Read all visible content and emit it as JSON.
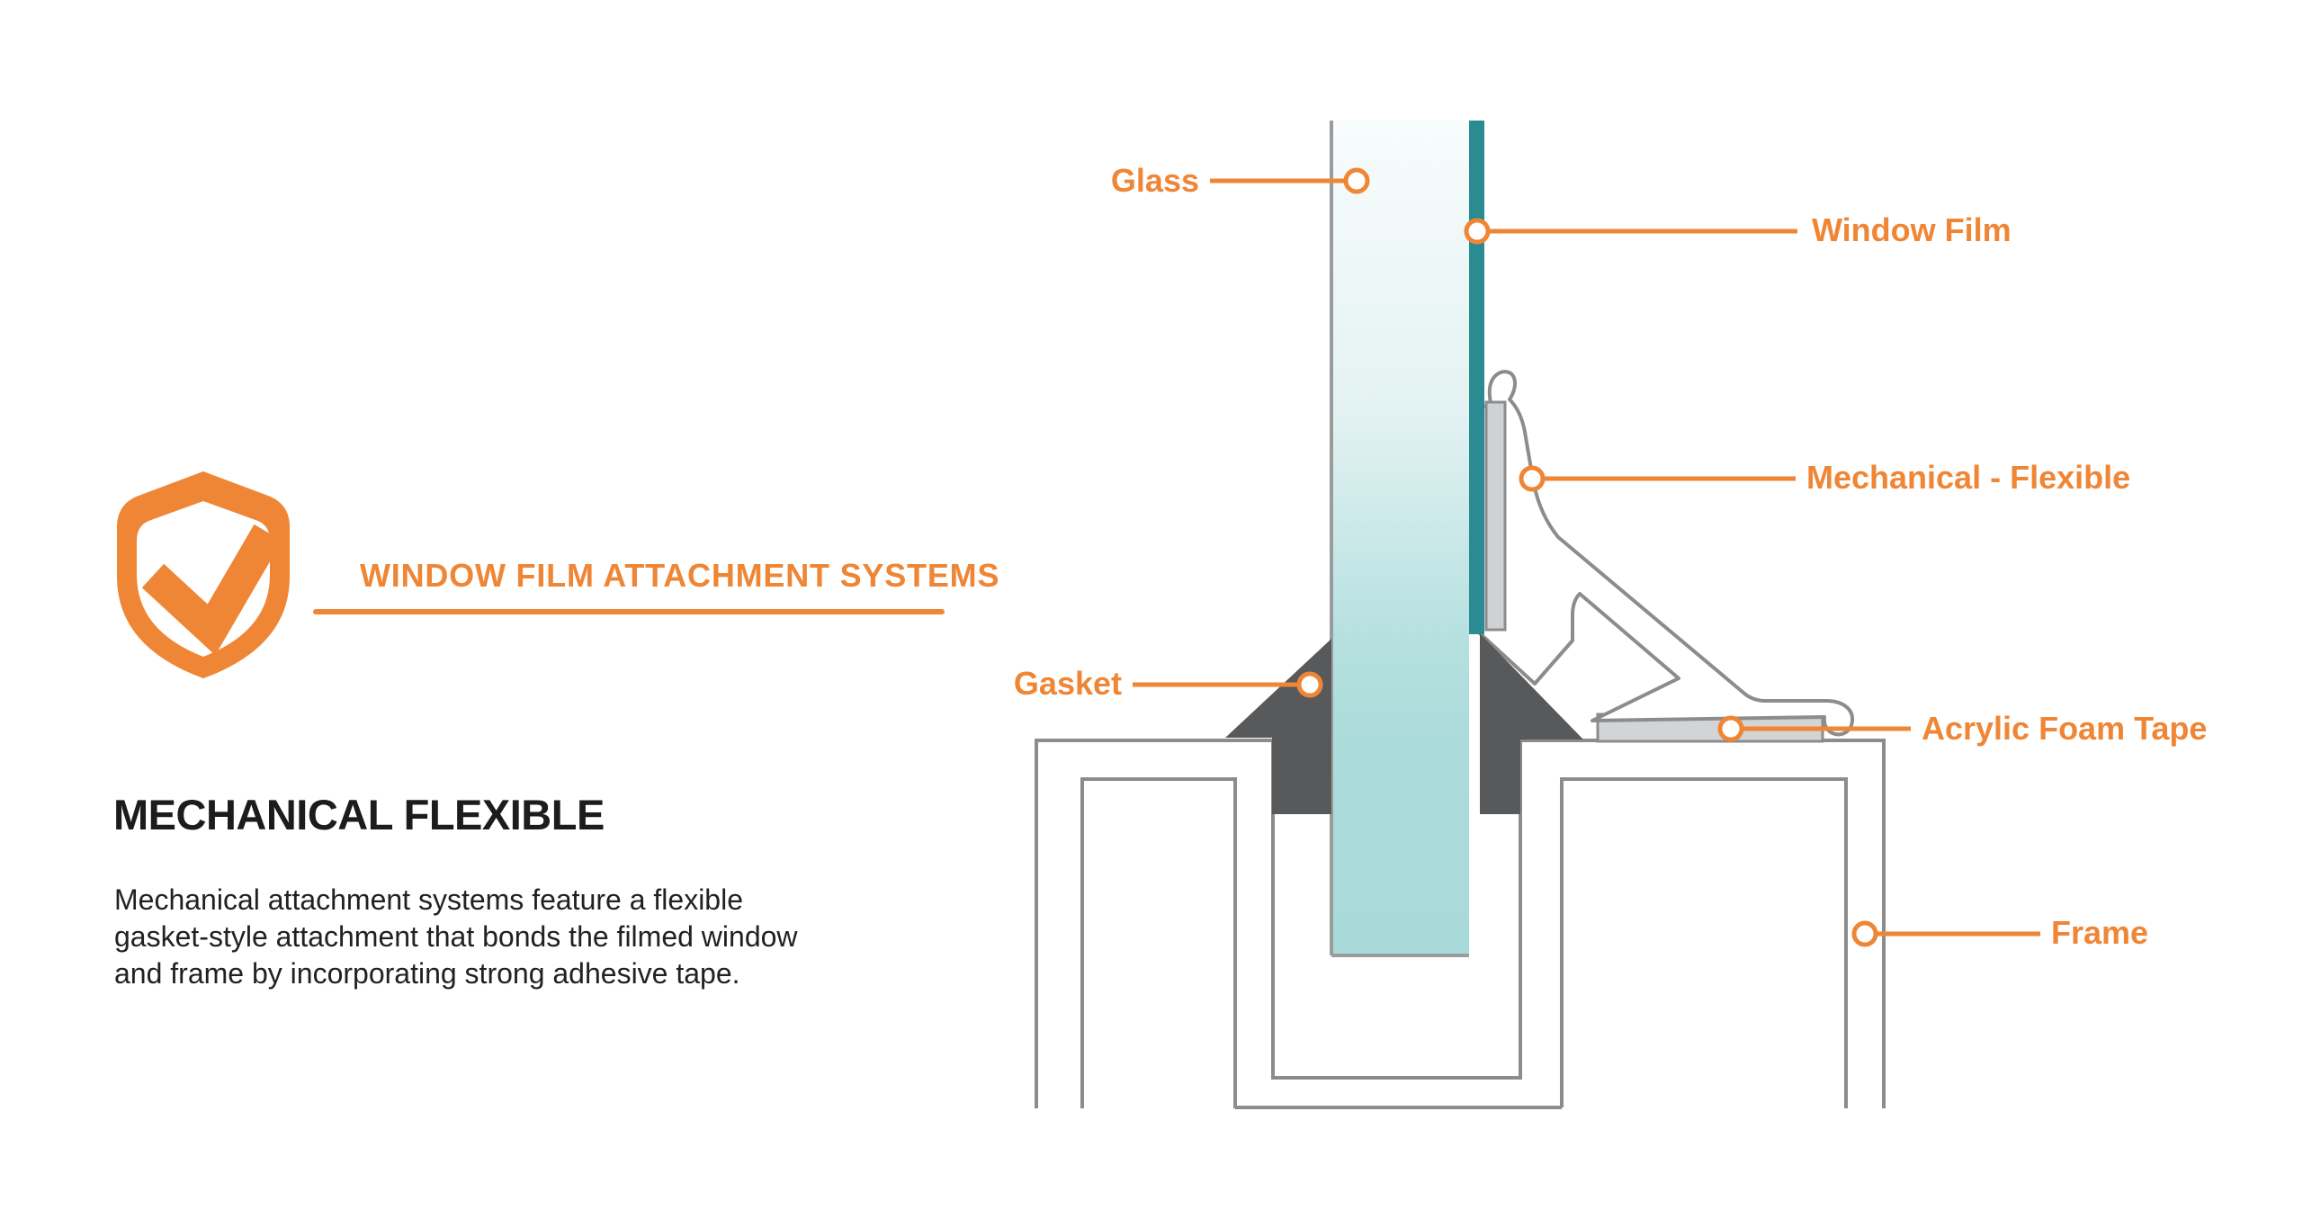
{
  "branding": {
    "title": "WINDOW FILM ATTACHMENT SYSTEMS",
    "icon": "shield-check-icon",
    "accent_color": "#ef8636"
  },
  "content": {
    "heading": "MECHANICAL FLEXIBLE",
    "description_lines": [
      "Mechanical attachment systems feature a flexible",
      "gasket-style attachment that bonds the filmed window",
      "and frame by incorporating strong adhesive tape."
    ]
  },
  "diagram": {
    "type": "window-film-attachment-cross-section",
    "labels": {
      "glass": "Glass",
      "window_film": "Window Film",
      "mechanical_flexible": "Mechanical - Flexible",
      "gasket": "Gasket",
      "acrylic_foam_tape": "Acrylic Foam Tape",
      "frame": "Frame"
    },
    "colors": {
      "label_orange": "#ef8636",
      "window_film_teal": "#2a8c92",
      "glass_tint": "#a9dada",
      "gasket_gray": "#58595b",
      "tape_gray": "#d3d4d6",
      "outline_gray": "#8b8c8e"
    }
  }
}
